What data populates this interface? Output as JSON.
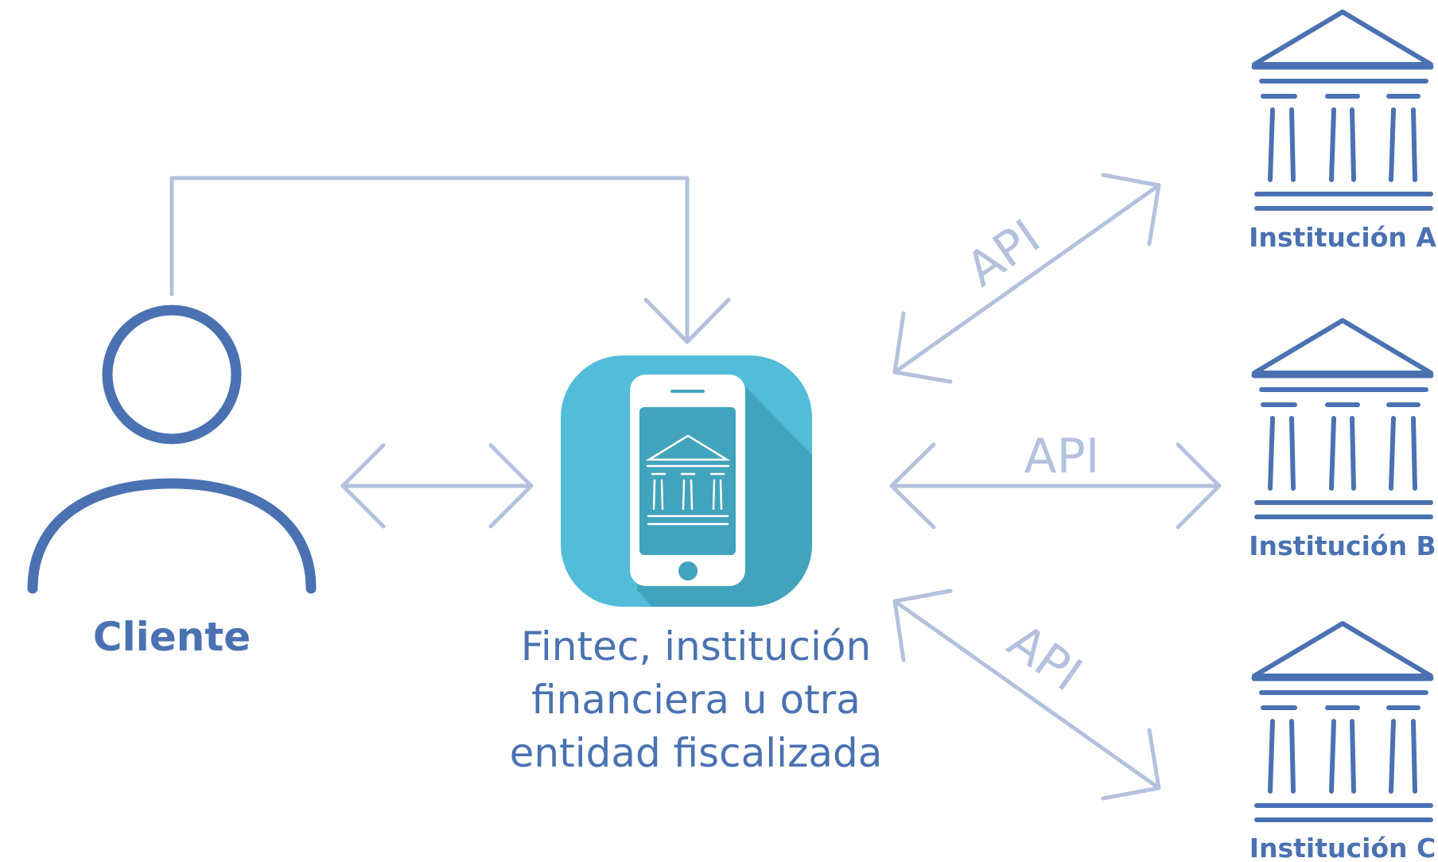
{
  "client": {
    "label": "Cliente",
    "icon": "person-icon"
  },
  "fintec": {
    "icon": "smartphone-bank-app-icon",
    "label_lines": [
      "Fintec, institución",
      "financiera u otra",
      "entidad fiscalizada"
    ]
  },
  "connections": [
    {
      "from": "Cliente",
      "to": "Fintec",
      "type": "bidirectional-arrow"
    },
    {
      "from": "Cliente",
      "to": "Fintec",
      "type": "elbow-arrow"
    },
    {
      "from": "Fintec",
      "to": "Institución A",
      "label": "API",
      "type": "bidirectional-arrow"
    },
    {
      "from": "Fintec",
      "to": "Institución B",
      "label": "API",
      "type": "bidirectional-arrow"
    },
    {
      "from": "Fintec",
      "to": "Institución C",
      "label": "API",
      "type": "bidirectional-arrow"
    }
  ],
  "institutions": [
    {
      "label": "Institución A",
      "icon": "bank-building-icon"
    },
    {
      "label": "Institución B",
      "icon": "bank-building-icon"
    },
    {
      "label": "Institución C",
      "icon": "bank-building-icon"
    }
  ],
  "colors": {
    "primary_blue": "#4a72b2",
    "arrow_light_blue": "#b3c1de",
    "app_tile": "#53bcd9",
    "app_tile_shadow": "#42a3bd",
    "phone_screen": "#42a3bd"
  }
}
